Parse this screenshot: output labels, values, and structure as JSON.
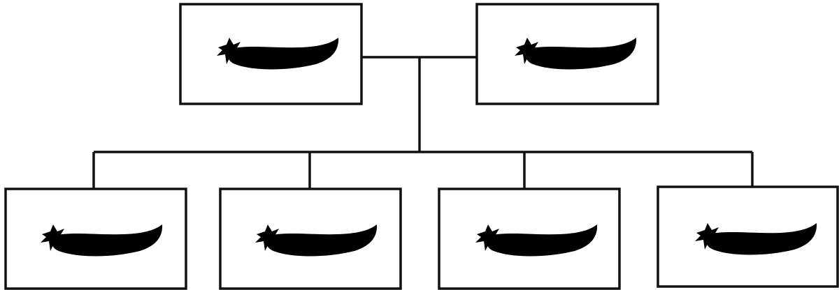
{
  "colors": {
    "background": "#ffffff",
    "line": "#111111",
    "pod_green": "#8cc63f",
    "pod_yellow": "#ffe81a",
    "pod_outline": "#1a1a1a",
    "stem_leaf": "#2e8b3a"
  },
  "parents": [
    {
      "id": "parent-1",
      "pod_color": "green",
      "icon": "green-pod-icon"
    },
    {
      "id": "parent-2",
      "pod_color": "yellow",
      "icon": "yellow-pod-icon"
    }
  ],
  "offspring": [
    {
      "id": "offspring-1",
      "pod_color": "green",
      "icon": "green-pod-icon"
    },
    {
      "id": "offspring-2",
      "pod_color": "green",
      "icon": "green-pod-icon"
    },
    {
      "id": "offspring-3",
      "pod_color": "yellow",
      "icon": "yellow-pod-icon"
    },
    {
      "id": "offspring-4",
      "pod_color": "yellow",
      "icon": "yellow-pod-icon"
    }
  ]
}
